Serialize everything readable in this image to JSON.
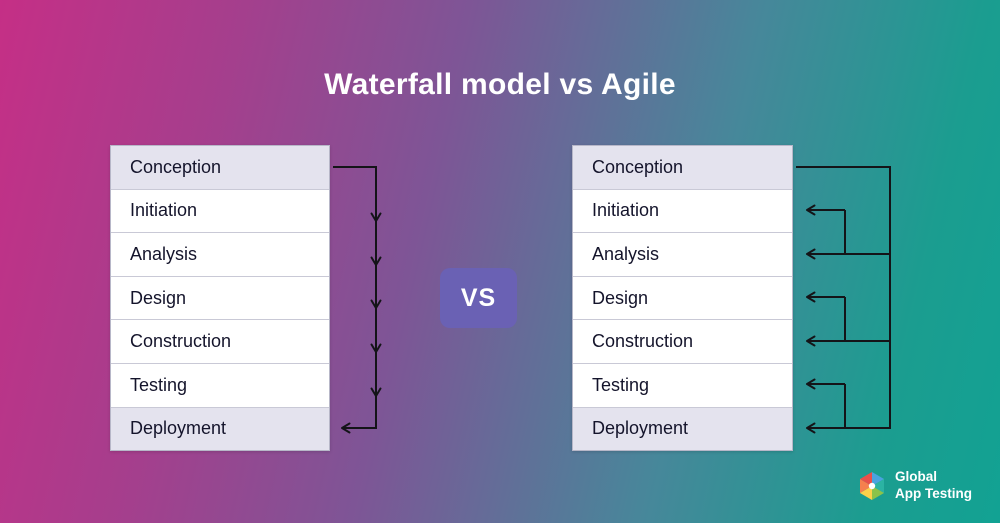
{
  "title": "Waterfall model vs Agile",
  "vs_badge": {
    "label": "VS",
    "color": "#6a61b4"
  },
  "waterfall": {
    "stages": [
      "Conception",
      "Initiation",
      "Analysis",
      "Design",
      "Construction",
      "Testing",
      "Deployment"
    ]
  },
  "agile": {
    "stages": [
      "Conception",
      "Initiation",
      "Analysis",
      "Design",
      "Construction",
      "Testing",
      "Deployment"
    ]
  },
  "logo": {
    "line1": "Global",
    "line2": "App Testing"
  },
  "colors": {
    "background_start": "#c52f86",
    "background_end": "#12a293",
    "row_default": "#ffffff",
    "row_highlight": "#e4e3ee",
    "table_border": "#b7b7c8",
    "arrow": "#141418",
    "title_text": "#ffffff",
    "row_text": "#14142b"
  }
}
